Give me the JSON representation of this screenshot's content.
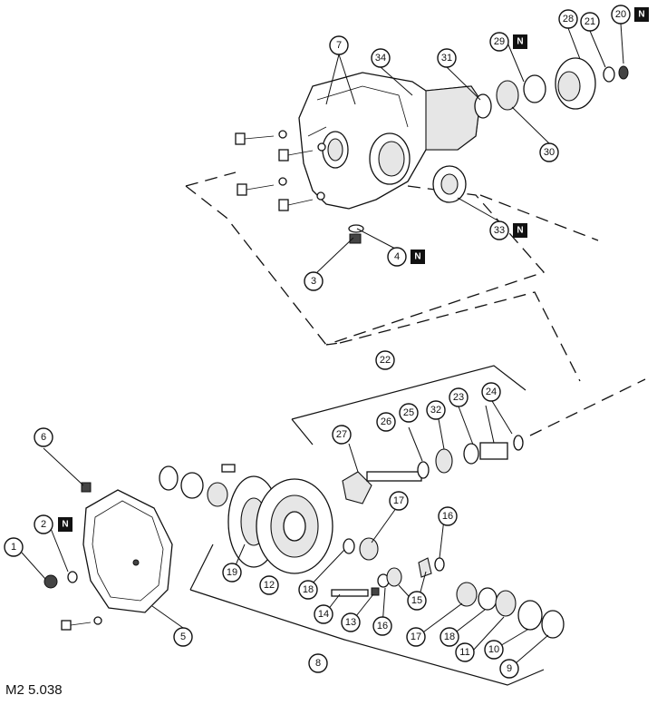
{
  "figure_ref": "M2 5.038",
  "new_part_marker": "N",
  "callouts": {
    "c1": "1",
    "c2": "2",
    "c3": "3",
    "c4": "4",
    "c5": "5",
    "c6": "6",
    "c7": "7",
    "c8": "8",
    "c9": "9",
    "c10": "10",
    "c11": "11",
    "c12": "12",
    "c13": "13",
    "c14": "14",
    "c15": "15",
    "c16a": "16",
    "c16b": "16",
    "c17a": "17",
    "c17b": "17",
    "c18a": "18",
    "c18b": "18",
    "c19": "19",
    "c20": "20",
    "c21": "21",
    "c22": "22",
    "c23": "23",
    "c24": "24",
    "c25": "25",
    "c26": "26",
    "c27": "27",
    "c28": "28",
    "c29": "29",
    "c30": "30",
    "c31": "31",
    "c32": "32",
    "c33": "33",
    "c34": "34"
  }
}
